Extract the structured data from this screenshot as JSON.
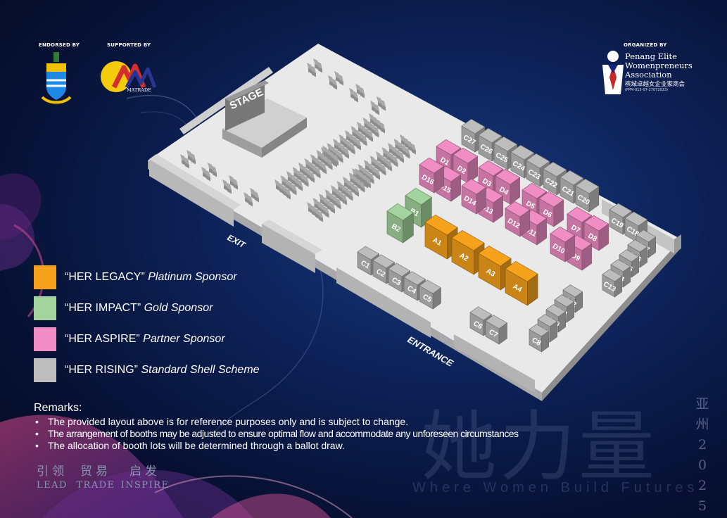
{
  "header": {
    "endorsed_by": "ENDORSED BY",
    "supported_by": "SUPPORTED BY",
    "matrade_logo_text": "MATRADE",
    "organized_by": "ORGANIZED BY",
    "org_name_line1": "Penang Elite",
    "org_name_line2": "Womenpreneurs",
    "org_name_line3": "Association",
    "org_name_cn": "槟城卓越女企业家商会",
    "org_ppm": "(PPM-015-07-27072023)"
  },
  "floorplan": {
    "stage": "STAGE",
    "exit": "EXIT",
    "entrance": "ENTRANCE",
    "booths": {
      "platinum": [
        "A1",
        "A2",
        "A3",
        "A4"
      ],
      "gold": [
        "B1",
        "B2"
      ],
      "partner": [
        "D1",
        "D2",
        "D3",
        "D4",
        "D5",
        "D6",
        "D7",
        "D8",
        "D9",
        "D10",
        "D11",
        "D12",
        "D13",
        "D14",
        "D15",
        "D16"
      ],
      "standard": [
        "C1",
        "C2",
        "C3",
        "C4",
        "C5",
        "C6",
        "C7",
        "C8",
        "C9",
        "C10",
        "C11",
        "C12",
        "C13",
        "C14",
        "C15",
        "C16",
        "C17",
        "C18",
        "C19",
        "C20",
        "C21",
        "C22",
        "C23",
        "C24",
        "C25",
        "C26",
        "C27"
      ]
    }
  },
  "colors": {
    "platinum": "#f7a21b",
    "gold": "#a3d49d",
    "partner": "#f08dc5",
    "standard": "#bdbdbd"
  },
  "legend": [
    {
      "name": "“HER LEGACY”",
      "tier": "Platinum Sponsor"
    },
    {
      "name": "“HER IMPACT”",
      "tier": "Gold Sponsor"
    },
    {
      "name": "“HER ASPIRE”",
      "tier": "Partner Sponsor"
    },
    {
      "name": "“HER RISING”",
      "tier": "Standard Shell Scheme"
    }
  ],
  "remarks": {
    "title": "Remarks:",
    "items": [
      "The provided layout above is for reference purposes only and is subject to change.",
      "The arrangement of booths may be adjusted to ensure optimal flow and accommodate any unforeseen circumstances",
      "The allocation of booth lots will be determined through a ballot draw."
    ]
  },
  "tagline": [
    {
      "cn": "引领",
      "en": "LEAD"
    },
    {
      "cn": "贸易",
      "en": "TRADE"
    },
    {
      "cn": "启发",
      "en": "INSPIRE"
    }
  ],
  "watermark": {
    "cn": "她力量",
    "en": "Where Women Build Futures",
    "vertical": [
      "亚",
      "州",
      "2",
      "0",
      "2",
      "5"
    ]
  }
}
